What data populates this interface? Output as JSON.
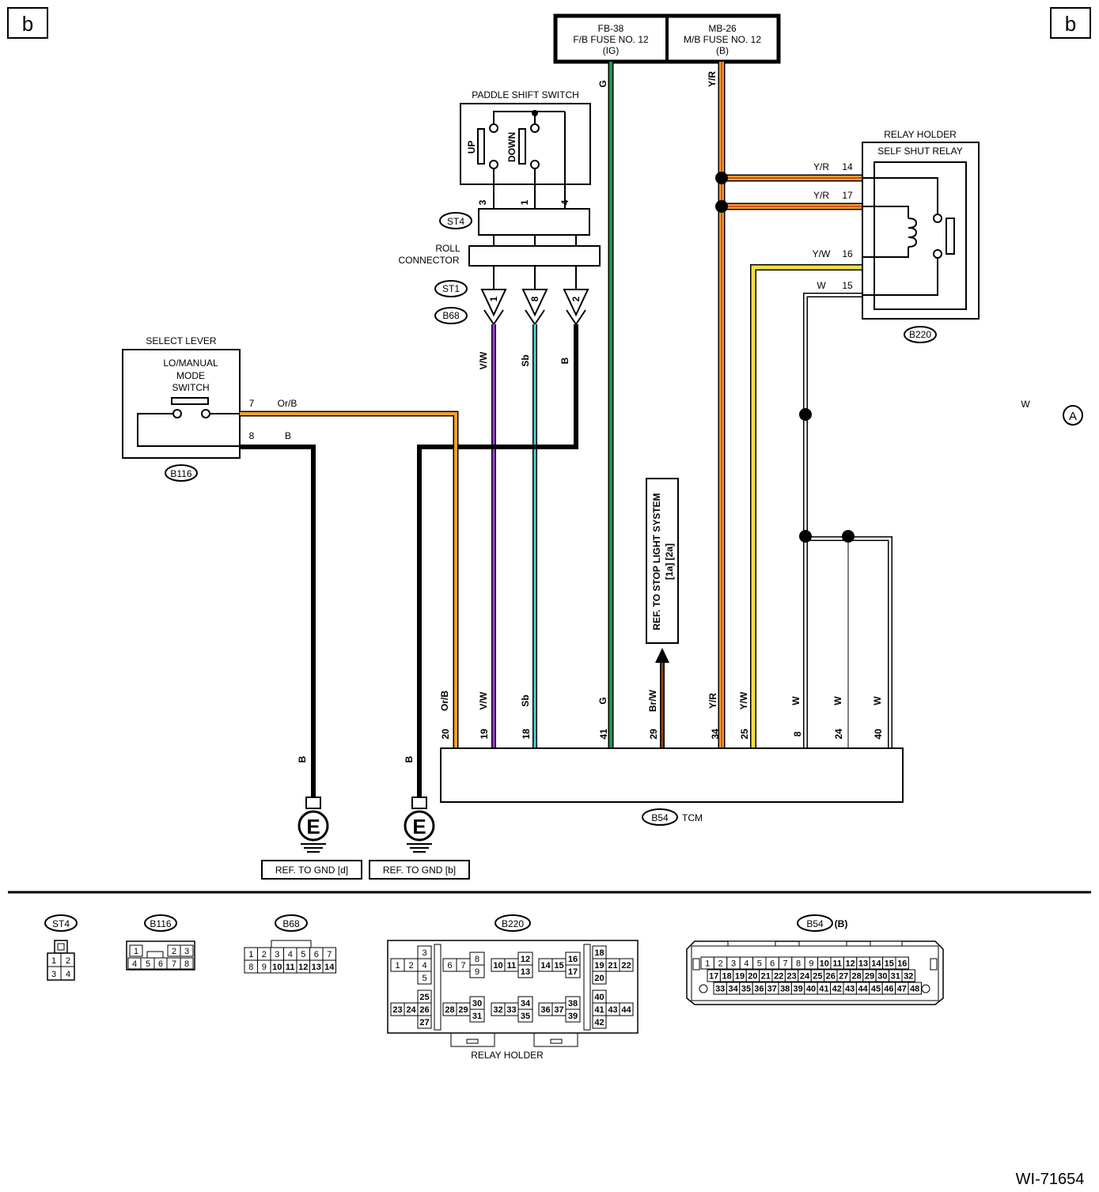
{
  "page_tag": "b",
  "doc_id": "WI-71654",
  "fuses": {
    "left": {
      "line1": "FB-38",
      "line2": "F/B FUSE NO. 12",
      "line3": "(IG)"
    },
    "right": {
      "line1": "MB-26",
      "line2": "M/B FUSE NO. 12",
      "line3": "(B)"
    }
  },
  "paddle": {
    "title": "PADDLE SHIFT SWITCH",
    "up": "UP",
    "down": "DOWN",
    "pins": [
      "3",
      "1",
      "4"
    ]
  },
  "st4": "ST4",
  "roll": {
    "line1": "ROLL",
    "line2": "CONNECTOR"
  },
  "st1": "ST1",
  "b68": "B68",
  "roll_pins": [
    "1",
    "8",
    "2"
  ],
  "relay_holder": {
    "title": "RELAY HOLDER",
    "sub": "SELF SHUT RELAY",
    "connector": "B220",
    "wires": [
      {
        "color": "Y/R",
        "pin": "14"
      },
      {
        "color": "Y/R",
        "pin": "17"
      },
      {
        "color": "Y/W",
        "pin": "16"
      },
      {
        "color": "W",
        "pin": "15"
      }
    ]
  },
  "select_lever": {
    "title": "SELECT LEVER",
    "line1": "LO/MANUAL",
    "line2": "MODE",
    "line3": "SWITCH",
    "connector": "B116",
    "pin7": "7",
    "pin7_color": "Or/B",
    "pin8": "8",
    "pin8_color": "B"
  },
  "vertical_colors": {
    "vw": "V/W",
    "sb": "Sb",
    "b": "B",
    "g": "G",
    "yr": "Y/R"
  },
  "w_label": "W",
  "ref_a": "A",
  "stop_light": {
    "line1": "REF. TO STOP LIGHT SYSTEM",
    "line2": "[1a] [2a]"
  },
  "tcm": {
    "connector": "B54",
    "name": "TCM",
    "terminals": [
      {
        "color": "Or/B",
        "pin": "20"
      },
      {
        "color": "V/W",
        "pin": "19"
      },
      {
        "color": "Sb",
        "pin": "18"
      },
      {
        "color": "G",
        "pin": "41"
      },
      {
        "color": "Br/W",
        "pin": "29"
      },
      {
        "color": "Y/R",
        "pin": "34"
      },
      {
        "color": "Y/W",
        "pin": "25"
      },
      {
        "color": "W",
        "pin": "8"
      },
      {
        "color": "W",
        "pin": "24"
      },
      {
        "color": "W",
        "pin": "40"
      }
    ]
  },
  "grounds": [
    {
      "wire": "B",
      "symbol": "E",
      "ref": "REF. TO GND [d]"
    },
    {
      "wire": "B",
      "symbol": "E",
      "ref": "REF. TO GND [b]"
    }
  ],
  "connector_views": {
    "st4": {
      "label": "ST4",
      "pins": [
        "1",
        "2",
        "3",
        "4"
      ]
    },
    "b116": {
      "label": "B116",
      "pins": [
        "1",
        "2",
        "3",
        "4",
        "5",
        "6",
        "7",
        "8"
      ]
    },
    "b68": {
      "label": "B68",
      "pins": [
        "1",
        "2",
        "3",
        "4",
        "5",
        "6",
        "7",
        "8",
        "9",
        "10",
        "11",
        "12",
        "13",
        "14"
      ]
    },
    "b220": {
      "label": "B220",
      "footer": "RELAY HOLDER"
    },
    "b54": {
      "label": "B54",
      "suffix": "(B)"
    }
  },
  "colors": {
    "black": "#000000",
    "green": "#1a9a4a",
    "orange": "#f0a030",
    "yellow": "#f0e040",
    "cyan": "#40d8e0",
    "purple": "#a040e0",
    "brown": "#8b4513",
    "red": "#d03020"
  }
}
